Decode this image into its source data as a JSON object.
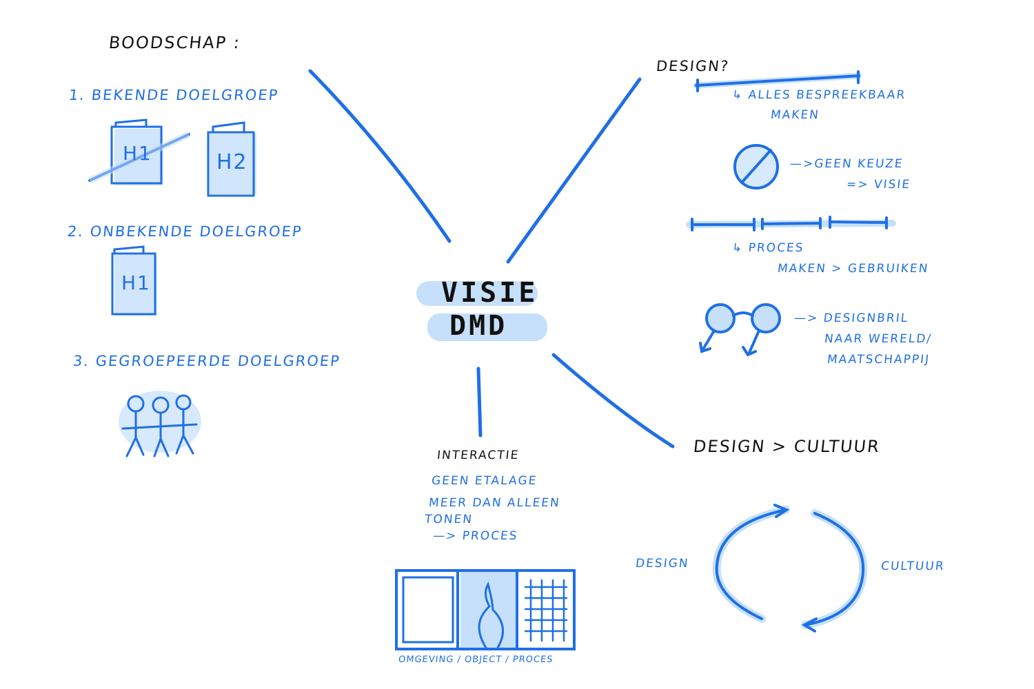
{
  "center": {
    "line1": "VISIE",
    "line2": "DMD"
  },
  "left": {
    "heading": "BOODSCHAP :",
    "item1": "1. BEKENDE DOELGROEP",
    "item2": "2. ONBEKENDE DOELGROEP",
    "item3": "3. GEGROEPEERDE DOELGROEP",
    "book_h1": "H1",
    "book_h2": "H2",
    "book_h1b": "H1"
  },
  "right_top": {
    "heading": "DESIGN?",
    "line1a": "↳ ALLES BESPREEKBAAR",
    "line1b": "MAKEN",
    "line2a": "—>GEEN KEUZE",
    "line2b": "=> VISIE",
    "line3a": "↳ PROCES",
    "line3b": "MAKEN > GEBRUIKEN",
    "line4a": "—> DESIGNBRIL",
    "line4b": "NAAR WERELD/",
    "line4c": "MAATSCHAPPIJ"
  },
  "right_bottom": {
    "heading": "DESIGN  > CULTUUR",
    "cycle_left": "DESIGN",
    "cycle_right": "CULTUUR"
  },
  "bottom": {
    "heading": "INTERACTIE",
    "line1": "GEEN ETALAGE",
    "line2": "MEER DAN ALLEEN",
    "line3": "TONEN",
    "line4": "—> PROCES",
    "caption": "OMGEVING / OBJECT / PROCES"
  },
  "colors": {
    "ink": "#1f6fe6",
    "highlight": "#c6e0fb",
    "black": "#111111"
  }
}
